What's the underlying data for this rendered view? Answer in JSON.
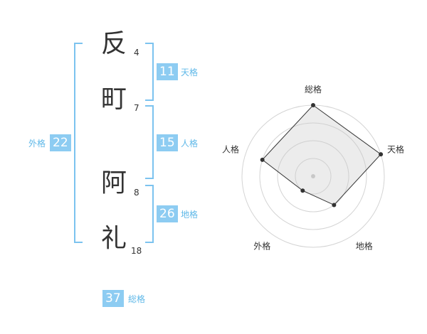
{
  "name": {
    "chars": [
      {
        "char": "反",
        "strokes": "4"
      },
      {
        "char": "町",
        "strokes": "7"
      },
      {
        "char": "阿",
        "strokes": "8"
      },
      {
        "char": "礼",
        "strokes": "18"
      }
    ]
  },
  "fortune": {
    "tenkaku": {
      "value": "11",
      "label": "天格"
    },
    "jinkaku": {
      "value": "15",
      "label": "人格"
    },
    "chikaku": {
      "value": "26",
      "label": "地格"
    },
    "gaikaku": {
      "value": "22",
      "label": "外格"
    },
    "soukaku": {
      "value": "37",
      "label": "総格"
    }
  },
  "colors": {
    "badge": "#8dccf2",
    "bracket": "#7cc3ef",
    "label": "#5fb8e8",
    "text": "#333333"
  },
  "chart_data": {
    "type": "radar",
    "axes": [
      "総格",
      "天格",
      "地格",
      "外格",
      "人格"
    ],
    "levels": 4,
    "values": [
      4,
      4,
      2,
      1,
      3
    ],
    "max": 4
  }
}
